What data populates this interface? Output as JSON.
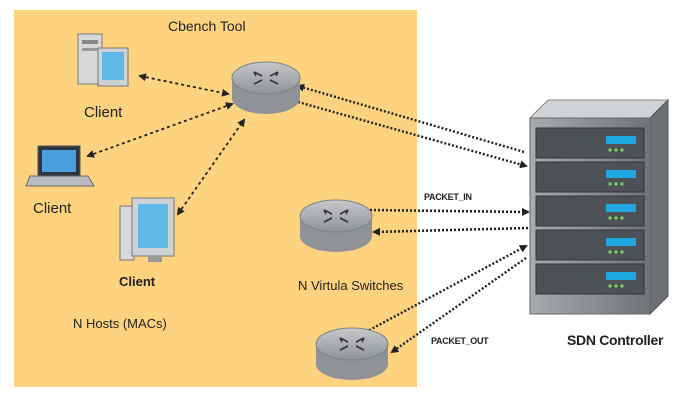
{
  "diagram": {
    "title": "Cbench Tool",
    "clients": [
      "Client",
      "Client",
      "Client"
    ],
    "hosts_label": "N Hosts (MACs)",
    "switches_label": "N Virtula Switches",
    "packet_in_label": "PACKET_IN",
    "packet_out_label": "PACKET_OUT",
    "controller_label": "SDN Controller"
  },
  "colors": {
    "panel": "#fdd37f",
    "switch_body": "#a9abae",
    "server_body": "#8c9094",
    "server_led": "#1ea7e1",
    "link": "#222222"
  }
}
